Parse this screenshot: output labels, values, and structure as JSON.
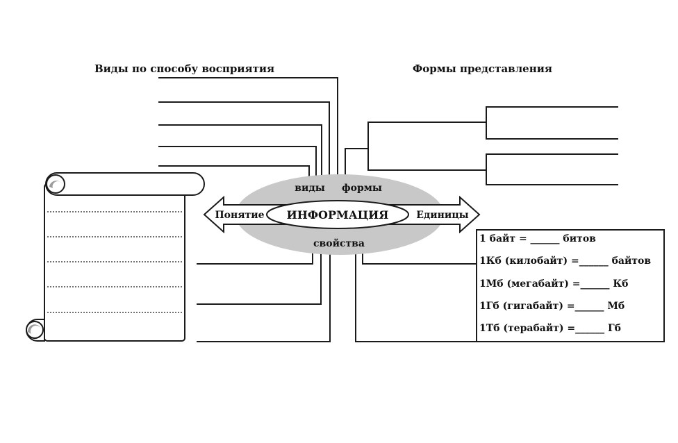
{
  "headers": {
    "perception": "Виды по способу восприятия",
    "forms": "Формы представления"
  },
  "center": {
    "title": "ИНФОРМАЦИЯ",
    "top_left": "виды",
    "top_right": "формы",
    "bottom": "свойства",
    "left_arrow": "Понятие",
    "right_arrow": "Единицы"
  },
  "units": [
    "1 байт = ______ битов",
    "1Кб (килобайт) =______ байтов",
    "1Мб (мегабайт) =______ Кб",
    "1Гб (гигабайт) =______ Мб",
    "1Тб (терабайт) =______ Гб"
  ],
  "colors": {
    "ellipse_fill": "#c8c8c8",
    "line": "#1a1a1a",
    "scroll_curl": "#9a9a9a"
  }
}
